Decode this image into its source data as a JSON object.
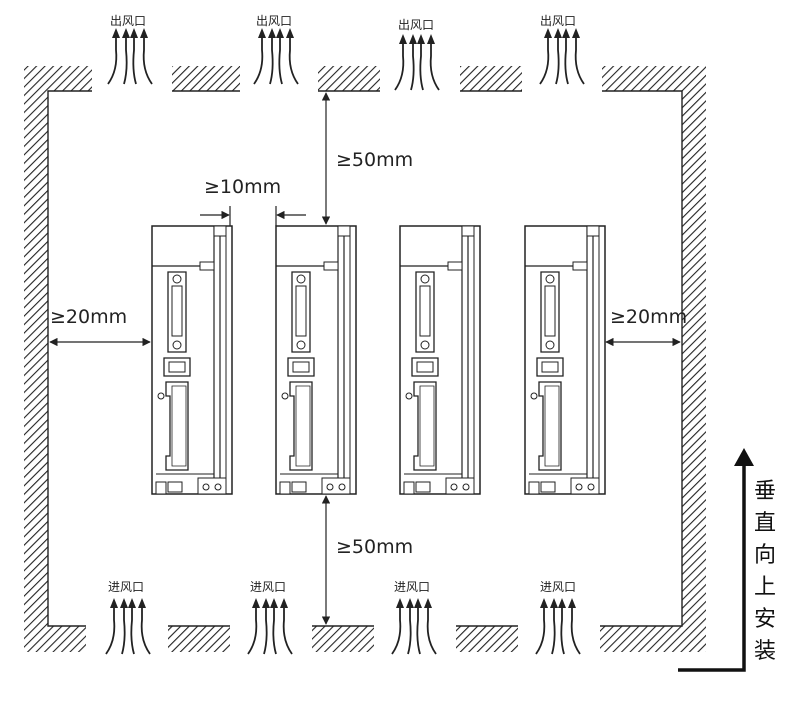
{
  "air_outlet_label": "出风口",
  "air_inlet_label": "进风口",
  "dimensions": {
    "top_gap": "≥50mm",
    "bottom_gap": "≥50mm",
    "side_gap_left": "≥20mm",
    "side_gap_right": "≥20mm",
    "between_gap": "≥10mm"
  },
  "orientation_chars": [
    "垂",
    "直",
    "向",
    "上",
    "安",
    "装"
  ],
  "drive_count": 4
}
